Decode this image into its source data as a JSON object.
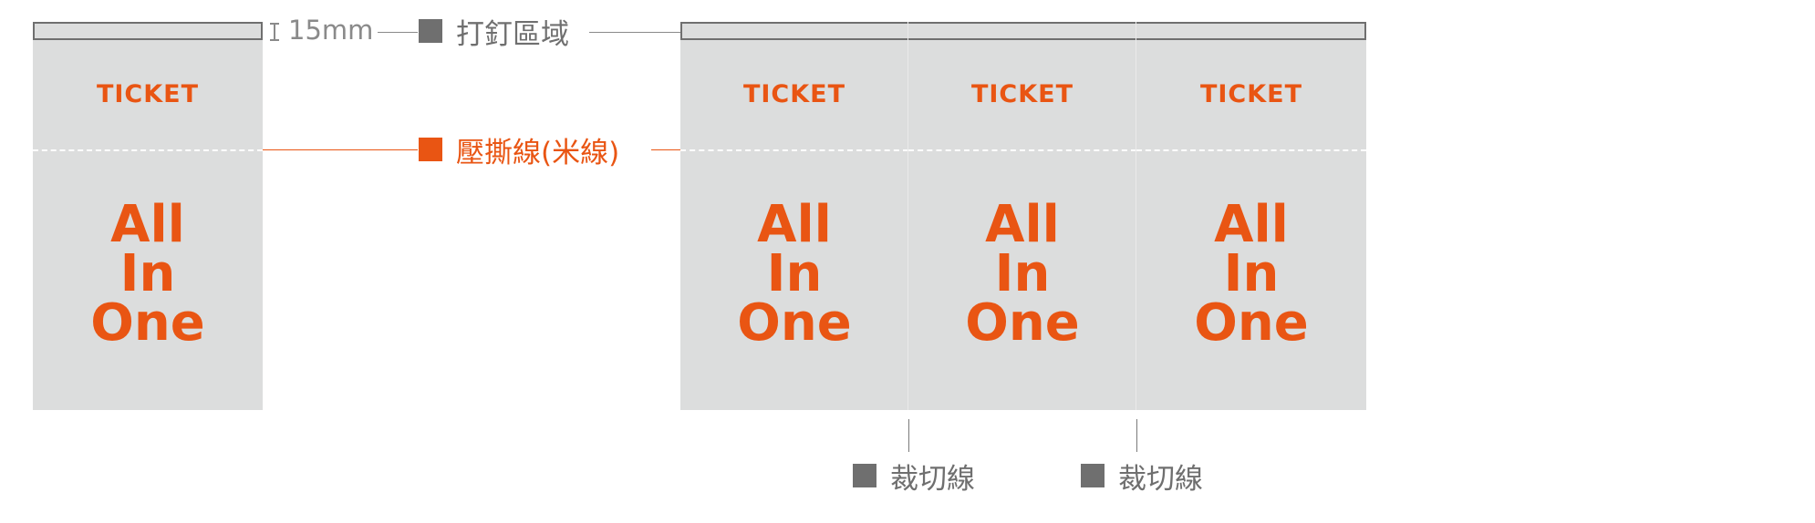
{
  "colors": {
    "ticket_fill": "#dcdddd",
    "accent_orange": "#e95513",
    "legend_gray": "#6f6f6f",
    "line_gray": "#8a8a8a"
  },
  "dimension": {
    "icon": "dimension-i-icon",
    "value": "15mm"
  },
  "legend": {
    "staple_area": "打釘區域",
    "perforation": "壓撕線(米線)",
    "cut_line_1": "裁切線",
    "cut_line_2": "裁切線"
  },
  "tickets": [
    {
      "label": "TICKET",
      "main": "All\nIn\nOne"
    },
    {
      "label": "TICKET",
      "main": "All\nIn\nOne"
    },
    {
      "label": "TICKET",
      "main": "All\nIn\nOne"
    },
    {
      "label": "TICKET",
      "main": "All\nIn\nOne"
    }
  ]
}
